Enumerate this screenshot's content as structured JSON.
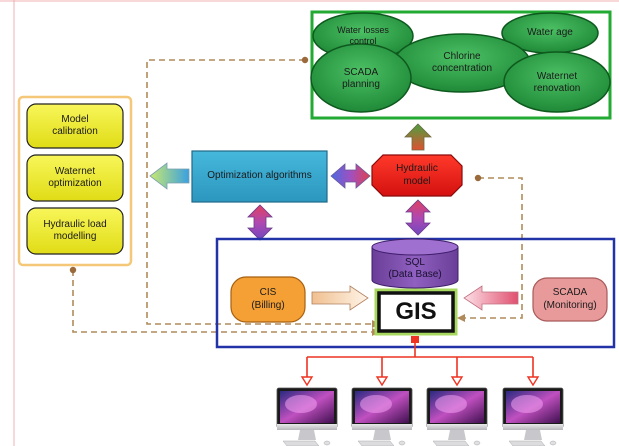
{
  "nodes": {
    "water_losses": "Water losses\ncontrol",
    "chlorine": "Chlorine\nconcentration",
    "water_age": "Water age",
    "scada_planning": "SCADA\nplanning",
    "waternet_renovation": "Waternet\nrenovation",
    "model_calibration": "Model\ncalibration",
    "waternet_optimization": "Waternet\noptimization",
    "hydraulic_load": "Hydraulic load\nmodelling",
    "optimization_algorithms": "Optimization algorithms",
    "hydraulic_model": "Hydraulic\nmodel",
    "sql": "SQL\n(Data Base)",
    "cis": "CIS\n(Billing)",
    "gis": "GIS",
    "scada_monitoring": "SCADA\n(Monitoring)"
  },
  "colors": {
    "ellipse_fill": "#2e9e48",
    "outputs_border": "#22aa33",
    "left_group_border": "#f5c778",
    "left_box_fill": "#f0ee2a",
    "opt_fill": "#38aacf",
    "hydraulic_fill": "#ee2222",
    "gis_group_border": "#2233a8",
    "sql_fill": "#7e4eaa",
    "cis_fill": "#f5a035",
    "scada_fill": "#e89a9a",
    "gis_fill": "#ffffff",
    "gis_border": "#a8d860",
    "dashed_line": "#b08a5a",
    "red_line": "#ee3322"
  },
  "icons": [
    "imac-computer-icon",
    "imac-computer-icon",
    "imac-computer-icon",
    "imac-computer-icon"
  ]
}
